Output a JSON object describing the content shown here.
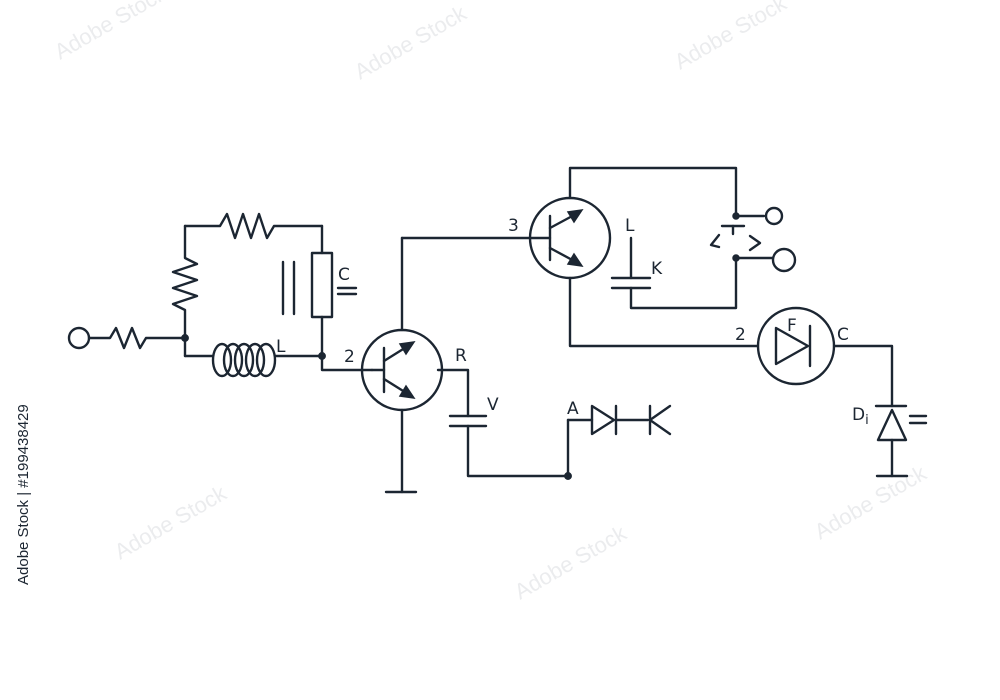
{
  "diagram": {
    "stroke_color": "#1c2632",
    "background_color": "#ffffff",
    "labels": {
      "c_top": "C",
      "l_inductor": "L",
      "q1_pin": "2",
      "r_label": "R",
      "v_label": "V",
      "a_label": "A",
      "q2_pin": "3",
      "l_right": "L",
      "k_label": "K",
      "f_pin": "2",
      "f_label": "F",
      "c_right": "C",
      "di_label": "D",
      "di_sub": "i"
    },
    "stock_id": "199438429",
    "stock_prefix": "Adobe Stock | #",
    "watermark_text": "Adobe Stock"
  }
}
